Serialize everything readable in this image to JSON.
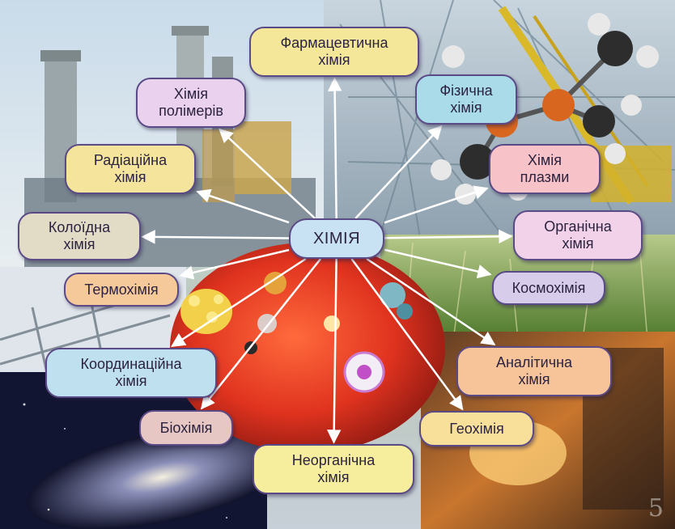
{
  "center": {
    "label": "ХІМІЯ",
    "color": "#c9e2f3"
  },
  "branches": [
    {
      "id": "farmatsevtychna",
      "label": "Фармацевтична\nхімія",
      "color": "#f4e79a"
    },
    {
      "id": "polimeriv",
      "label": "Хімія\nполімерів",
      "color": "#ead2ee"
    },
    {
      "id": "fizychna",
      "label": "Фізична\nхімія",
      "color": "#a9dbe9"
    },
    {
      "id": "radiatsiina",
      "label": "Радіаційна\nхімія",
      "color": "#f4e49c"
    },
    {
      "id": "plazmy",
      "label": "Хімія\nплазми",
      "color": "#f7c2c8"
    },
    {
      "id": "koloidna",
      "label": "Колоїдна\nхімія",
      "color": "#e2dcc7"
    },
    {
      "id": "organichna",
      "label": "Органічна\nхімія",
      "color": "#f1d2e8"
    },
    {
      "id": "termokhimiia",
      "label": "Термохімія",
      "color": "#f6c99a"
    },
    {
      "id": "kosmokhimiia",
      "label": "Космохімія",
      "color": "#d7cdeb"
    },
    {
      "id": "koordynatsiina",
      "label": "Координаційна\nхімія",
      "color": "#bfe0ef"
    },
    {
      "id": "analitychna",
      "label": "Аналітична\nхімія",
      "color": "#f7c49a"
    },
    {
      "id": "biokhimiia",
      "label": "Біохімія",
      "color": "#e6c7c4"
    },
    {
      "id": "heokhimiia",
      "label": "Геохімія",
      "color": "#f8e09a"
    },
    {
      "id": "neorhanichna",
      "label": "Неорганічна\nхімія",
      "color": "#f6ee9c"
    }
  ],
  "page_number": "5"
}
